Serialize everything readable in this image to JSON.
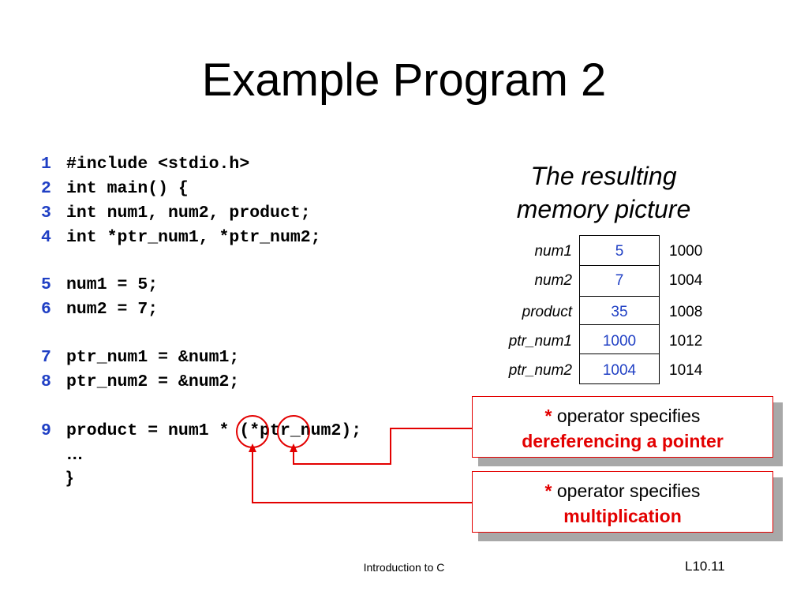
{
  "title": "Example Program 2",
  "code": {
    "lines": [
      {
        "num": "1",
        "text": "#include <stdio.h>"
      },
      {
        "num": "2",
        "text": "int main() {"
      },
      {
        "num": "3",
        "text": "int num1, num2, product;"
      },
      {
        "num": "4",
        "text": "int *ptr_num1, *ptr_num2;"
      },
      {
        "num": "5",
        "text": "num1 = 5;"
      },
      {
        "num": "6",
        "text": "num2 = 7;"
      },
      {
        "num": "7",
        "text": "ptr_num1 = &num1;"
      },
      {
        "num": "8",
        "text": "ptr_num2 = &num2;"
      },
      {
        "num": "9",
        "text": "product = num1 * (*ptr_num2);"
      }
    ],
    "ellipsis": "…",
    "closing": "}"
  },
  "memory": {
    "caption_line1": "The resulting",
    "caption_line2": "memory picture",
    "rows": [
      {
        "label": "num1",
        "value": "5",
        "address": "1000"
      },
      {
        "label": "num2",
        "value": "7",
        "address": "1004"
      },
      {
        "label": "product",
        "value": "35",
        "address": "1008"
      },
      {
        "label": "ptr_num1",
        "value": "1000",
        "address": "1012"
      },
      {
        "label": "ptr_num2",
        "value": "1004",
        "address": "1014"
      }
    ]
  },
  "callouts": {
    "dereference": {
      "star": "*",
      "text": " operator specifies",
      "bold": "dereferencing a pointer"
    },
    "multiply": {
      "star": "*",
      "text": " operator specifies",
      "bold": "multiplication"
    }
  },
  "footer": {
    "center": "Introduction to C",
    "right": "L10.11"
  },
  "colors": {
    "line_numbers": "#1f3fc4",
    "memory_values": "#1f3fc4",
    "callout_accent": "#e30000"
  }
}
